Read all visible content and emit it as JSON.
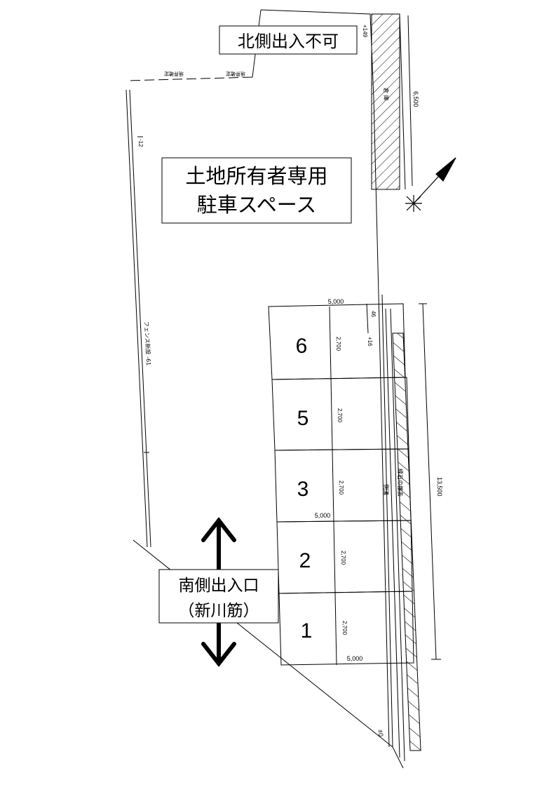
{
  "labels": {
    "north_entry": "北側出入不可",
    "owner_parking_line1": "土地所有者専用",
    "owner_parking_line2": "駐車スペース",
    "south_entry_line1": "南側出入口",
    "south_entry_line2": "（新川筋）"
  },
  "spaces": [
    {
      "number": "6",
      "width": "2,700"
    },
    {
      "number": "5",
      "width": "2,700"
    },
    {
      "number": "3",
      "width": "2,700"
    },
    {
      "number": "2",
      "width": "2,700"
    },
    {
      "number": "1",
      "width": "2,700"
    }
  ],
  "dimensions": {
    "top_width": "5,000",
    "mid_width": "5,000",
    "bottom_width": "5,000",
    "total_length": "13,500",
    "north_strip": "6,500"
  },
  "levels": {
    "north": "+149",
    "upper_a": "46",
    "upper_b": "+16",
    "bottom": "±0",
    "west": "-12"
  },
  "annotations": {
    "fence": "フェンス新設 -61",
    "curb": "縁石の撤去",
    "gutter": "側溝",
    "boundary_a": "境界確定",
    "boundary_b": "境界確定",
    "building": "倉 庫"
  },
  "colors": {
    "line": "#000000",
    "background": "#ffffff"
  }
}
